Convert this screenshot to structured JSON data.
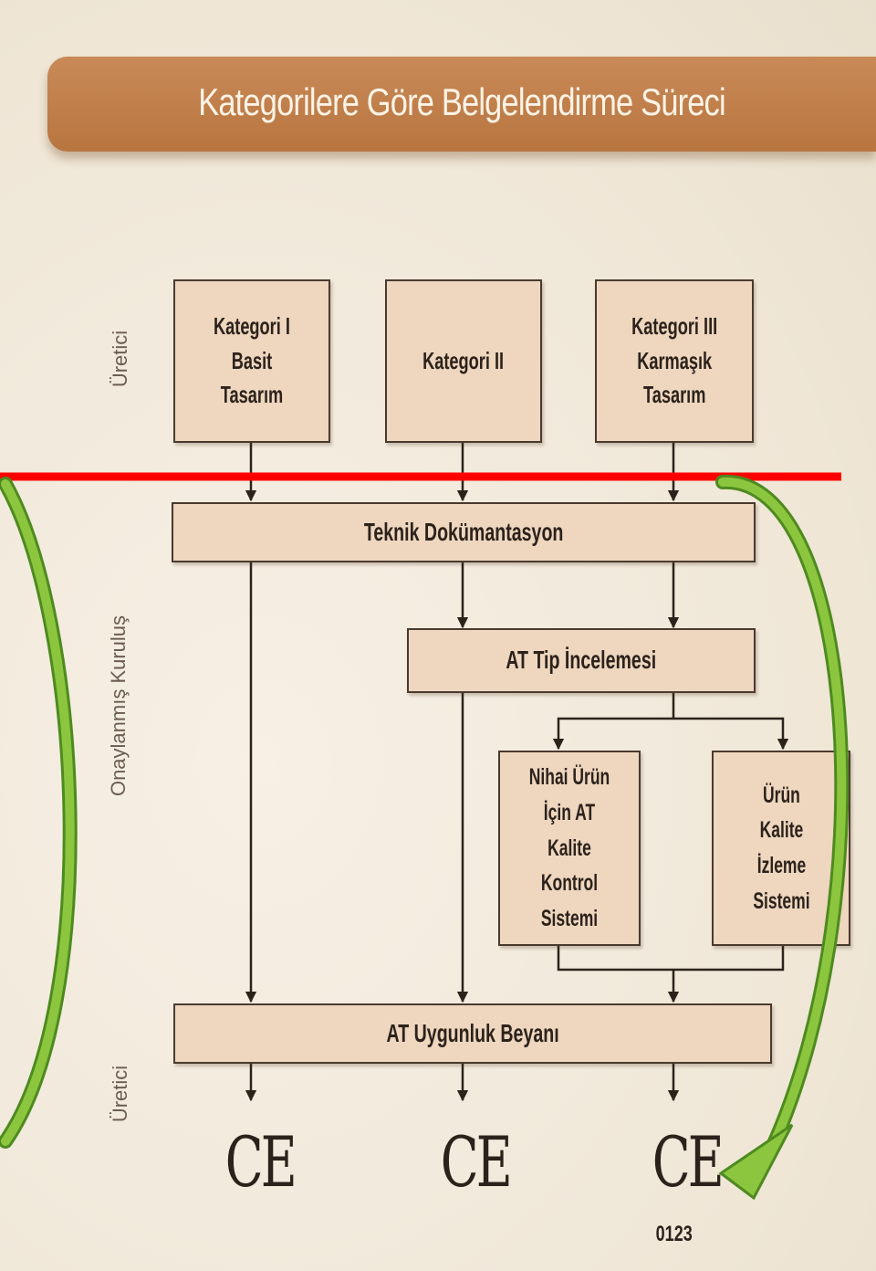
{
  "title": "Kategorilere Göre Belgelendirme Süreci",
  "side_labels": {
    "manufacturer_top": "Üretici",
    "notified_body": "Onaylanmış Kuruluş",
    "manufacturer_bottom": "Üretici"
  },
  "categories": [
    "Kategori I\nBasit\nTasarım",
    "Kategori II",
    "Kategori III\nKarmaşık\nTasarım"
  ],
  "technical_documentation": "Teknik Dokümantasyon",
  "ec_type_examination": "AT Tip İncelemesi",
  "final_product_qc": "Nihai Ürün\nİçin AT\nKalite Kontrol\nSistemi",
  "product_quality_monitoring": "Ürün\nKalite\nİzleme\nSistemi",
  "declaration_of_conformity": "AT Uygunluk Beyanı",
  "ce_marks": [
    "CE",
    "CE",
    "CE"
  ],
  "notified_body_number": "0123",
  "colors": {
    "banner": "#c0804b",
    "box_fill": "#eed6bf",
    "red_line": "#ff0000",
    "green_arrow": "#8cc63f"
  }
}
